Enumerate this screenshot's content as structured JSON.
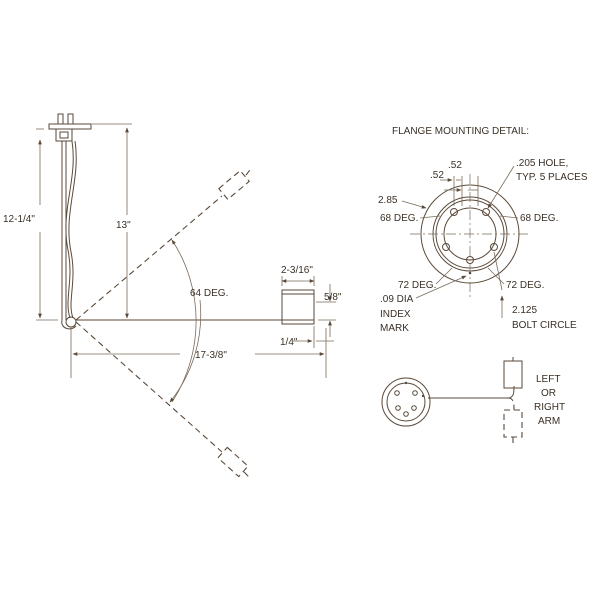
{
  "colors": {
    "line": "#5a4a3a",
    "text": "#3a3026",
    "background": "#ffffff"
  },
  "main_view": {
    "dim_overall_length": "12-1/4\"",
    "dim_tube_length": "13\"",
    "dim_swing_angle": "64  DEG.",
    "dim_float_width": "2-3/16\"",
    "dim_float_height": "5/8\"",
    "dim_float_offset": "1/4\"",
    "dim_arm_length": "17-3/8\""
  },
  "flange_detail": {
    "title": "FLANGE MOUNTING DETAIL:",
    "dim_hole_spacing_a": ".52",
    "dim_hole_spacing_b": ".52",
    "hole_note_line1": ".205 HOLE,",
    "hole_note_line2": "TYP. 5 PLACES",
    "dim_diameter": "2.85",
    "angle_left_top": "68 DEG.",
    "angle_right_top": "68 DEG.",
    "angle_left_bottom": "72 DEG.",
    "angle_right_bottom": "72 DEG.",
    "index_note_line1": ".09 DIA",
    "index_note_line2": "INDEX",
    "index_note_line3": "MARK",
    "bolt_circle_value": "2.125",
    "bolt_circle_label": "BOLT CIRCLE"
  },
  "arm_option": {
    "label_line1": "LEFT",
    "label_line2": "OR",
    "label_line3": "RIGHT",
    "label_line4": "ARM"
  }
}
